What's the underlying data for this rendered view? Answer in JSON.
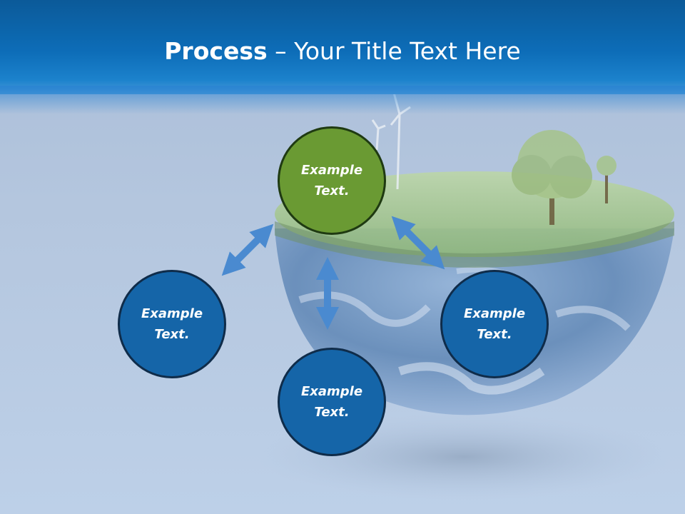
{
  "title": {
    "bold": "Process",
    "rest": " – Your Title Text Here"
  },
  "nodes": {
    "top": {
      "line1": "Example",
      "line2": "Text."
    },
    "left": {
      "line1": "Example",
      "line2": "Text."
    },
    "right": {
      "line1": "Example",
      "line2": "Text."
    },
    "bottom": {
      "line1": "Example",
      "line2": "Text."
    }
  },
  "colors": {
    "header": "#0d6db8",
    "node_blue": "#1565a8",
    "node_green": "#6a9a33",
    "arrow": "#4a8ad0"
  }
}
